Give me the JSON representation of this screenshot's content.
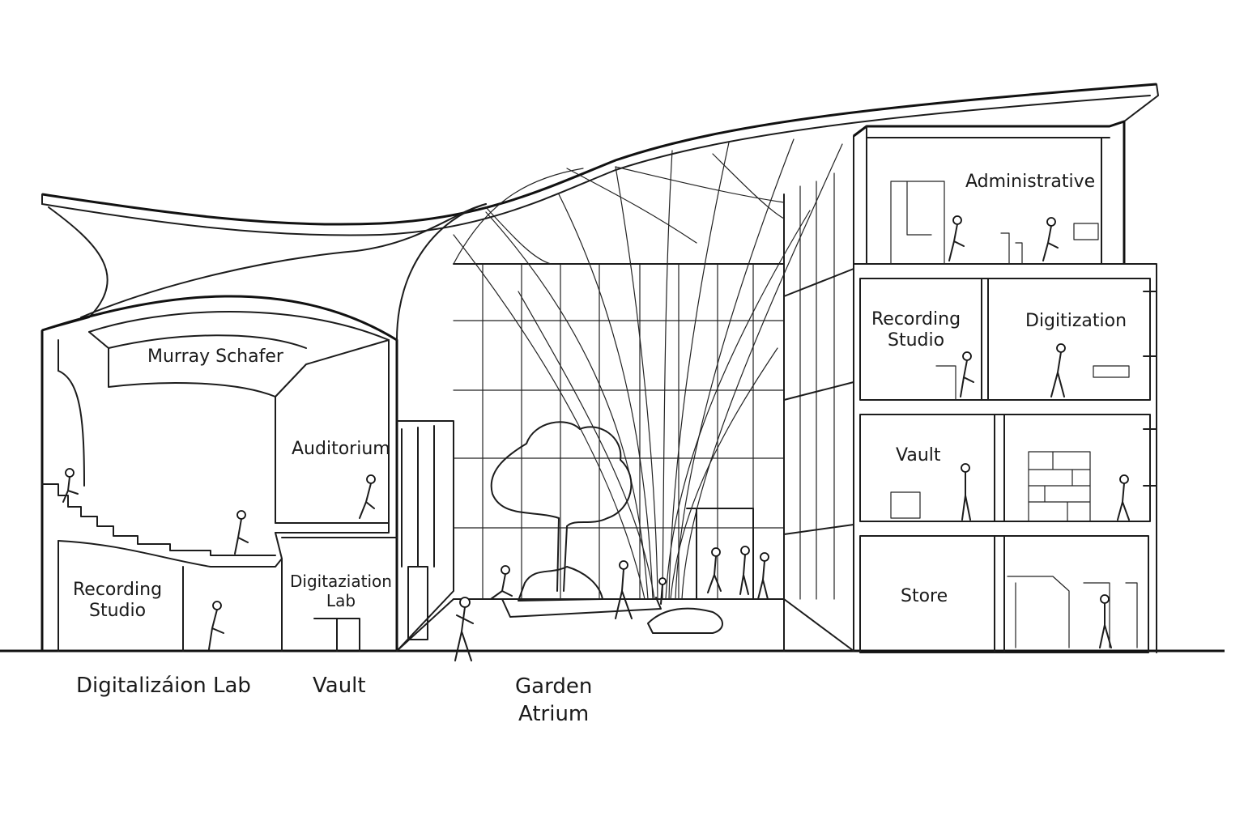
{
  "diagram": {
    "rooms": {
      "murray_schafer": "Murray Schafer",
      "auditorium": "Auditorium",
      "recording_studio_left": "Recording\nStudio",
      "digitization_lab_room": "Digitaziation\nLab",
      "administrative": "Administrative",
      "recording_studio_right": "Recording\nStudio",
      "digitization_right": "Digitization",
      "vault_right": "Vault",
      "store": "Store"
    },
    "ground_labels": {
      "digitalization_lab": "Digitalizáion Lab",
      "vault": "Vault",
      "garden_atrium": "Garden\nAtrium"
    }
  }
}
